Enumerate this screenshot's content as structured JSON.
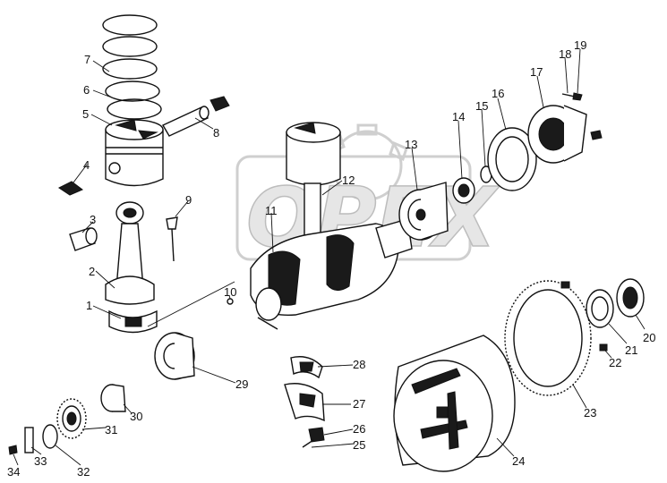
{
  "watermark": {
    "text": "OPEX"
  },
  "callouts": {
    "c1": "1",
    "c2": "2",
    "c3": "3",
    "c4": "4",
    "c5": "5",
    "c6": "6",
    "c7": "7",
    "c8": "8",
    "c9": "9",
    "c10": "10",
    "c11": "11",
    "c12": "12",
    "c13": "13",
    "c14": "14",
    "c15": "15",
    "c16": "16",
    "c17": "17",
    "c18": "18",
    "c19": "19",
    "c20": "20",
    "c21": "21",
    "c22": "22",
    "c23": "23",
    "c24": "24",
    "c25": "25",
    "c26": "26",
    "c27": "27",
    "c28": "28",
    "c29": "29",
    "c30": "30",
    "c31": "31",
    "c32": "32",
    "c33": "33",
    "c34": "34"
  }
}
